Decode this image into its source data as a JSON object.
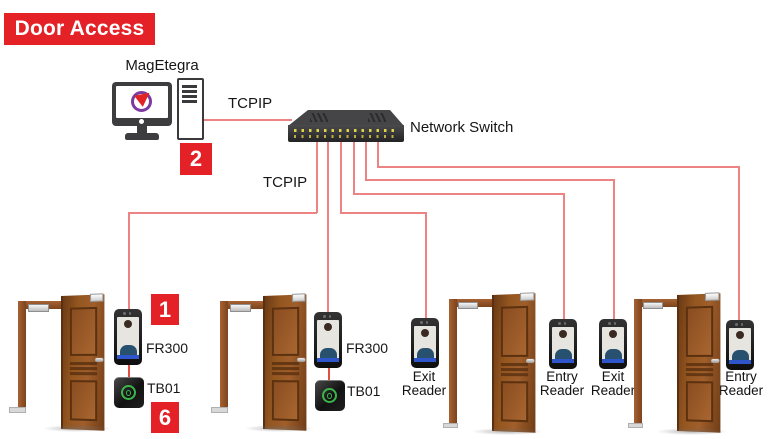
{
  "banner": {
    "title": "Door Access"
  },
  "server": {
    "name": "MagEtegra",
    "badge": "2",
    "link_label": "TCPIP"
  },
  "network_switch": {
    "label": "Network Switch"
  },
  "lan": {
    "link_label": "TCPIP"
  },
  "door1": {
    "reader_label": "FR300",
    "reader_badge": "1",
    "exit_button_label": "TB01",
    "exit_button_badge": "6"
  },
  "door2": {
    "reader_label": "FR300",
    "exit_button_label": "TB01"
  },
  "door3": {
    "exit_reader_label": "Exit\nReader",
    "entry_reader_label": "Entry\nReader"
  },
  "door4": {
    "exit_reader_label": "Exit\nReader",
    "entry_reader_label": "Entry\nReader"
  },
  "colors": {
    "accent": "#e32126",
    "wire": "#ee8383",
    "wire_bright": "#e04f3f",
    "button_green": "#3cb54a"
  }
}
